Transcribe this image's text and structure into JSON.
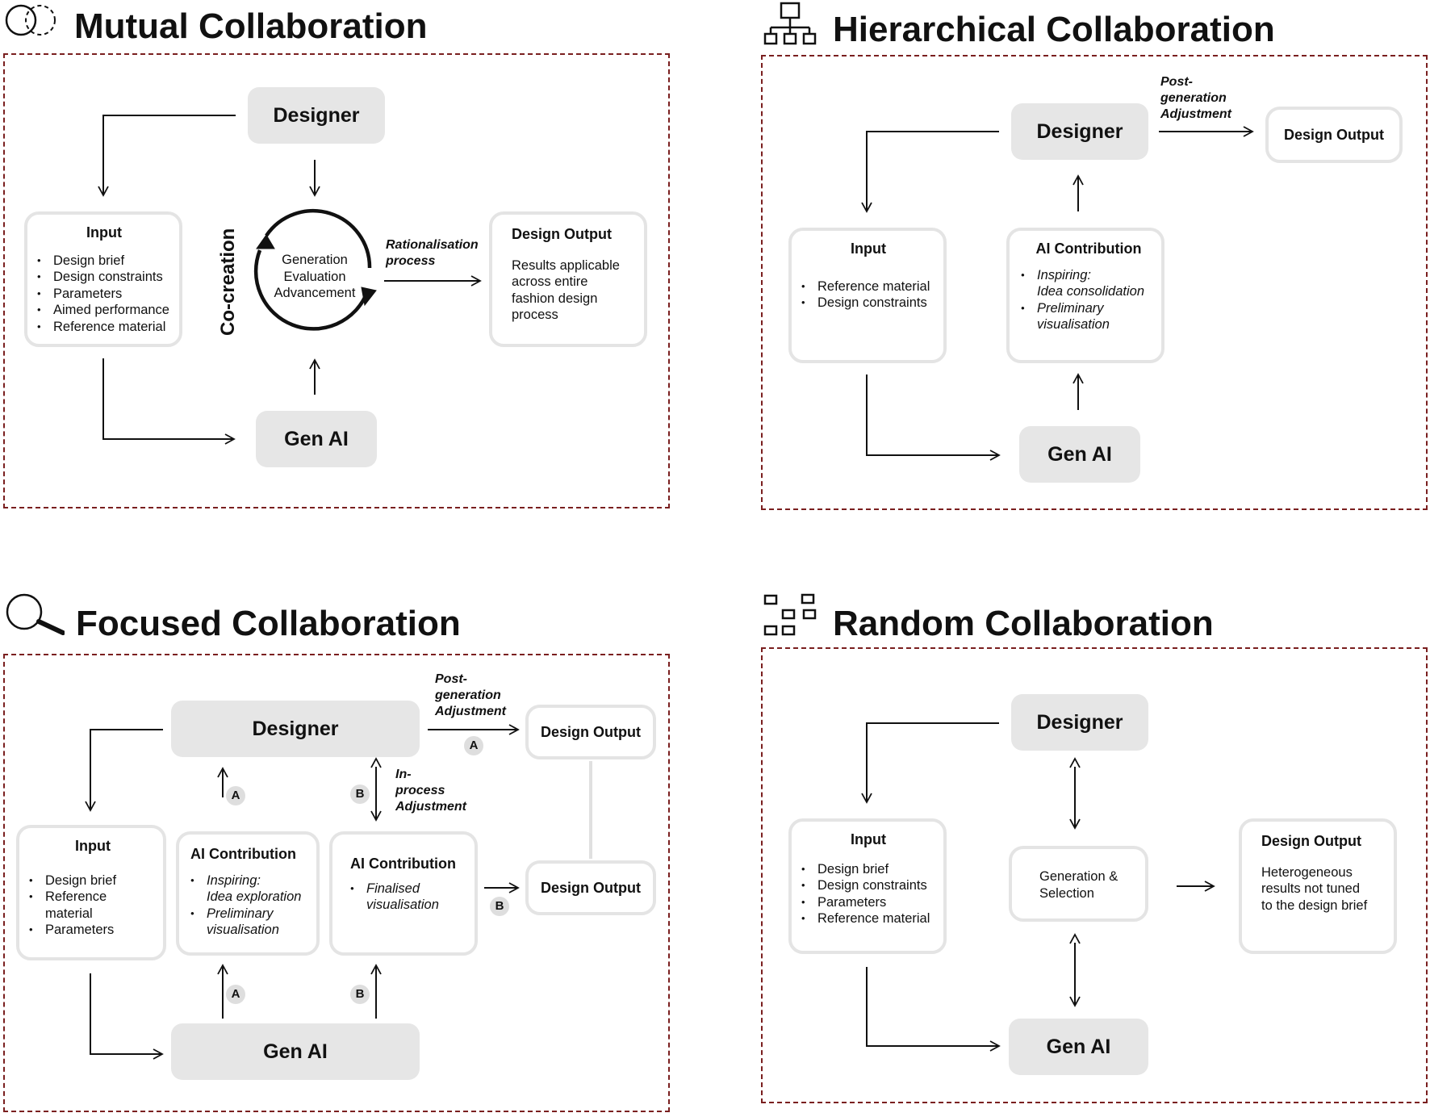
{
  "mutual": {
    "title": "Mutual Collaboration",
    "designer": "Designer",
    "genai": "Gen AI",
    "cocreation": "Co-creation",
    "cycle": [
      "Generation",
      "Evaluation",
      "Advancement"
    ],
    "rationalisation": [
      "Rationalisation",
      "process"
    ],
    "input": {
      "heading": "Input",
      "items": [
        "Design brief",
        "Design constraints",
        "Parameters",
        "Aimed performance",
        "Reference material"
      ]
    },
    "output": {
      "heading": "Design Output",
      "lines": [
        "Results applicable",
        "across entire",
        "fashion design",
        "process"
      ]
    }
  },
  "hierarchical": {
    "title": "Hierarchical Collaboration",
    "designer": "Designer",
    "genai": "Gen AI",
    "postgen": [
      "Post-",
      "generation",
      "Adjustment"
    ],
    "output": "Design Output",
    "input": {
      "heading": "Input",
      "items": [
        "Reference material",
        "Design constraints"
      ]
    },
    "ai": {
      "heading": "AI Contribution",
      "item1": [
        "Inspiring:",
        "Idea consolidation"
      ],
      "item2": [
        "Preliminary",
        "visualisation"
      ]
    }
  },
  "focused": {
    "title": "Focused Collaboration",
    "designer": "Designer",
    "genai": "Gen AI",
    "postgen": [
      "Post-",
      "generation",
      "Adjustment"
    ],
    "inprocess": [
      "In-",
      "process",
      "Adjustment"
    ],
    "output_a": "Design Output",
    "output_b": "Design Output",
    "badge_a": "A",
    "badge_b": "B",
    "input": {
      "heading": "Input",
      "items": [
        "Design brief",
        "Reference material",
        "Parameters"
      ]
    },
    "ai_a": {
      "heading": "AI Contribution",
      "item1": [
        "Inspiring:",
        "Idea exploration"
      ],
      "item2": [
        "Preliminary",
        "visualisation"
      ]
    },
    "ai_b": {
      "heading": "AI Contribution",
      "item1": [
        "Finalised",
        "visualisation"
      ]
    }
  },
  "random": {
    "title": "Random Collaboration",
    "designer": "Designer",
    "genai": "Gen AI",
    "gensel": [
      "Generation &",
      "Selection"
    ],
    "input": {
      "heading": "Input",
      "items": [
        "Design brief",
        "Design constraints",
        "Parameters",
        "Reference material"
      ]
    },
    "output": {
      "heading": "Design Output",
      "lines": [
        "Heterogeneous",
        "results not tuned",
        "to the design brief"
      ]
    }
  }
}
